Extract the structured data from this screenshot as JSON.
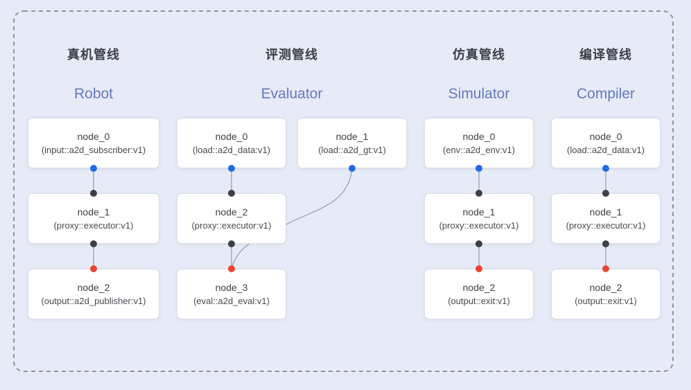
{
  "colors": {
    "background": "#e7ebf8",
    "frame": "#8f939d",
    "edge": "#97a0b1",
    "port_output": "#1e6be6",
    "port_inner": "#3d4043",
    "port_terminal": "#ee4433"
  },
  "pipelines": [
    {
      "title_zh": "真机管线",
      "title_en": "Robot",
      "nodes": [
        {
          "name": "node_0",
          "type": "(input::a2d_subscriber:v1)"
        },
        {
          "name": "node_1",
          "type": "(proxy::executor:v1)"
        },
        {
          "name": "node_2",
          "type": "(output::a2d_publisher:v1)"
        }
      ]
    },
    {
      "title_zh": "评测管线",
      "title_en": "Evaluator",
      "nodes": [
        {
          "name": "node_0",
          "type": "(load::a2d_data:v1)"
        },
        {
          "name": "node_1",
          "type": "(load::a2d_gt:v1)"
        },
        {
          "name": "node_2",
          "type": "(proxy::executor:v1)"
        },
        {
          "name": "node_3",
          "type": "(eval::a2d_eval:v1)"
        }
      ]
    },
    {
      "title_zh": "仿真管线",
      "title_en": "Simulator",
      "nodes": [
        {
          "name": "node_0",
          "type": "(env::a2d_env:v1)"
        },
        {
          "name": "node_1",
          "type": "(proxy::executor:v1)"
        },
        {
          "name": "node_2",
          "type": "(output::exit:v1)"
        }
      ]
    },
    {
      "title_zh": "编译管线",
      "title_en": "Compiler",
      "nodes": [
        {
          "name": "node_0",
          "type": "(load::a2d_data:v1)"
        },
        {
          "name": "node_1",
          "type": "(proxy::executor:v1)"
        },
        {
          "name": "node_2",
          "type": "(output::exit:v1)"
        }
      ]
    }
  ]
}
